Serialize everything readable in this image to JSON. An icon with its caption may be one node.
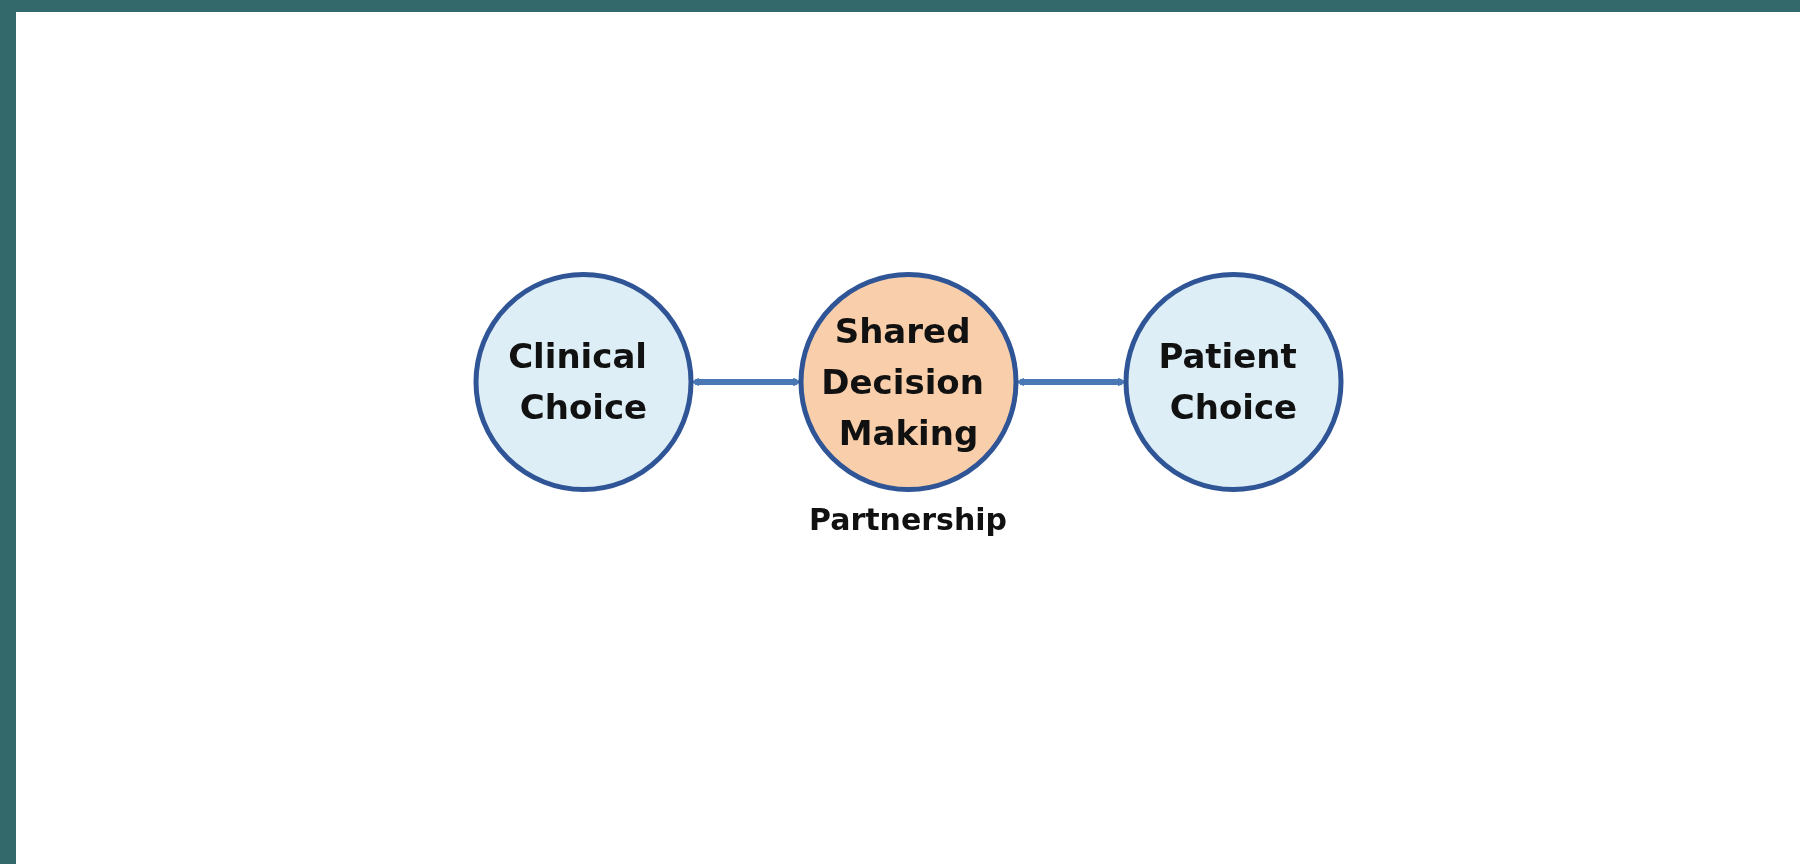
{
  "diagram": {
    "nodes": [
      {
        "text": [
          "Clinical Choice"
        ]
      },
      {
        "text": [
          "Shared Decision Making"
        ],
        "beside": [
          "Partnership"
        ]
      },
      {
        "text": [
          "Patient Choice"
        ]
      }
    ],
    "edges": [
      {
        "from": 0,
        "to": 1,
        "arrow": "both"
      },
      {
        "from": 2,
        "to": 1,
        "arrow": "both"
      }
    ]
  }
}
